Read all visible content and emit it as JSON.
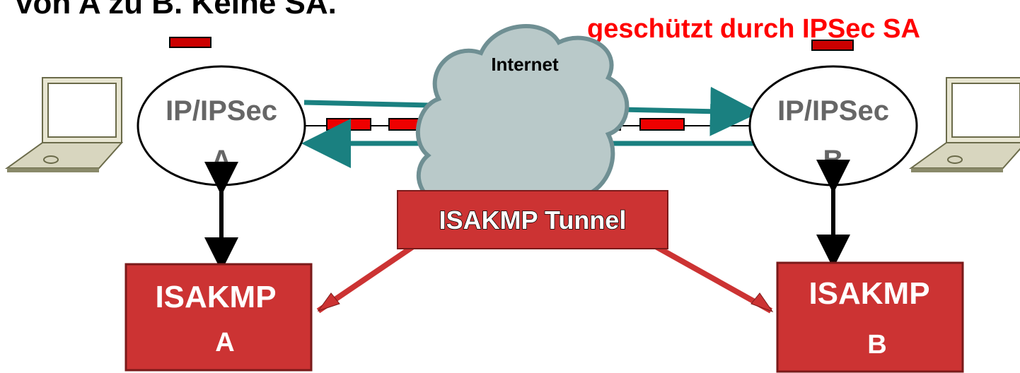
{
  "header": {
    "top_left_text": "von A zu B. Keine SA.",
    "top_right_text": "geschützt durch IPSec SA"
  },
  "cloud": {
    "label": "Internet"
  },
  "peer_a": {
    "ipsec_line1": "IP/IPSec",
    "ipsec_line2": "A",
    "isakmp_line1": "ISAKMP",
    "isakmp_line2": "A"
  },
  "peer_b": {
    "ipsec_line1": "IP/IPSec",
    "ipsec_line2": "B",
    "isakmp_line1": "ISAKMP",
    "isakmp_line2": "B"
  },
  "tunnel": {
    "label": "ISAKMP Tunnel"
  },
  "colors": {
    "accent_red": "#cc3333",
    "packet_red": "#ee0000",
    "teal": "#1a8080",
    "cloud_fill": "#b9c9c9",
    "cloud_stroke": "#6f8f93",
    "heading_red": "#ff0000"
  },
  "icons": {
    "laptop_left": "laptop-icon",
    "laptop_right": "laptop-icon",
    "cloud": "cloud-icon"
  }
}
